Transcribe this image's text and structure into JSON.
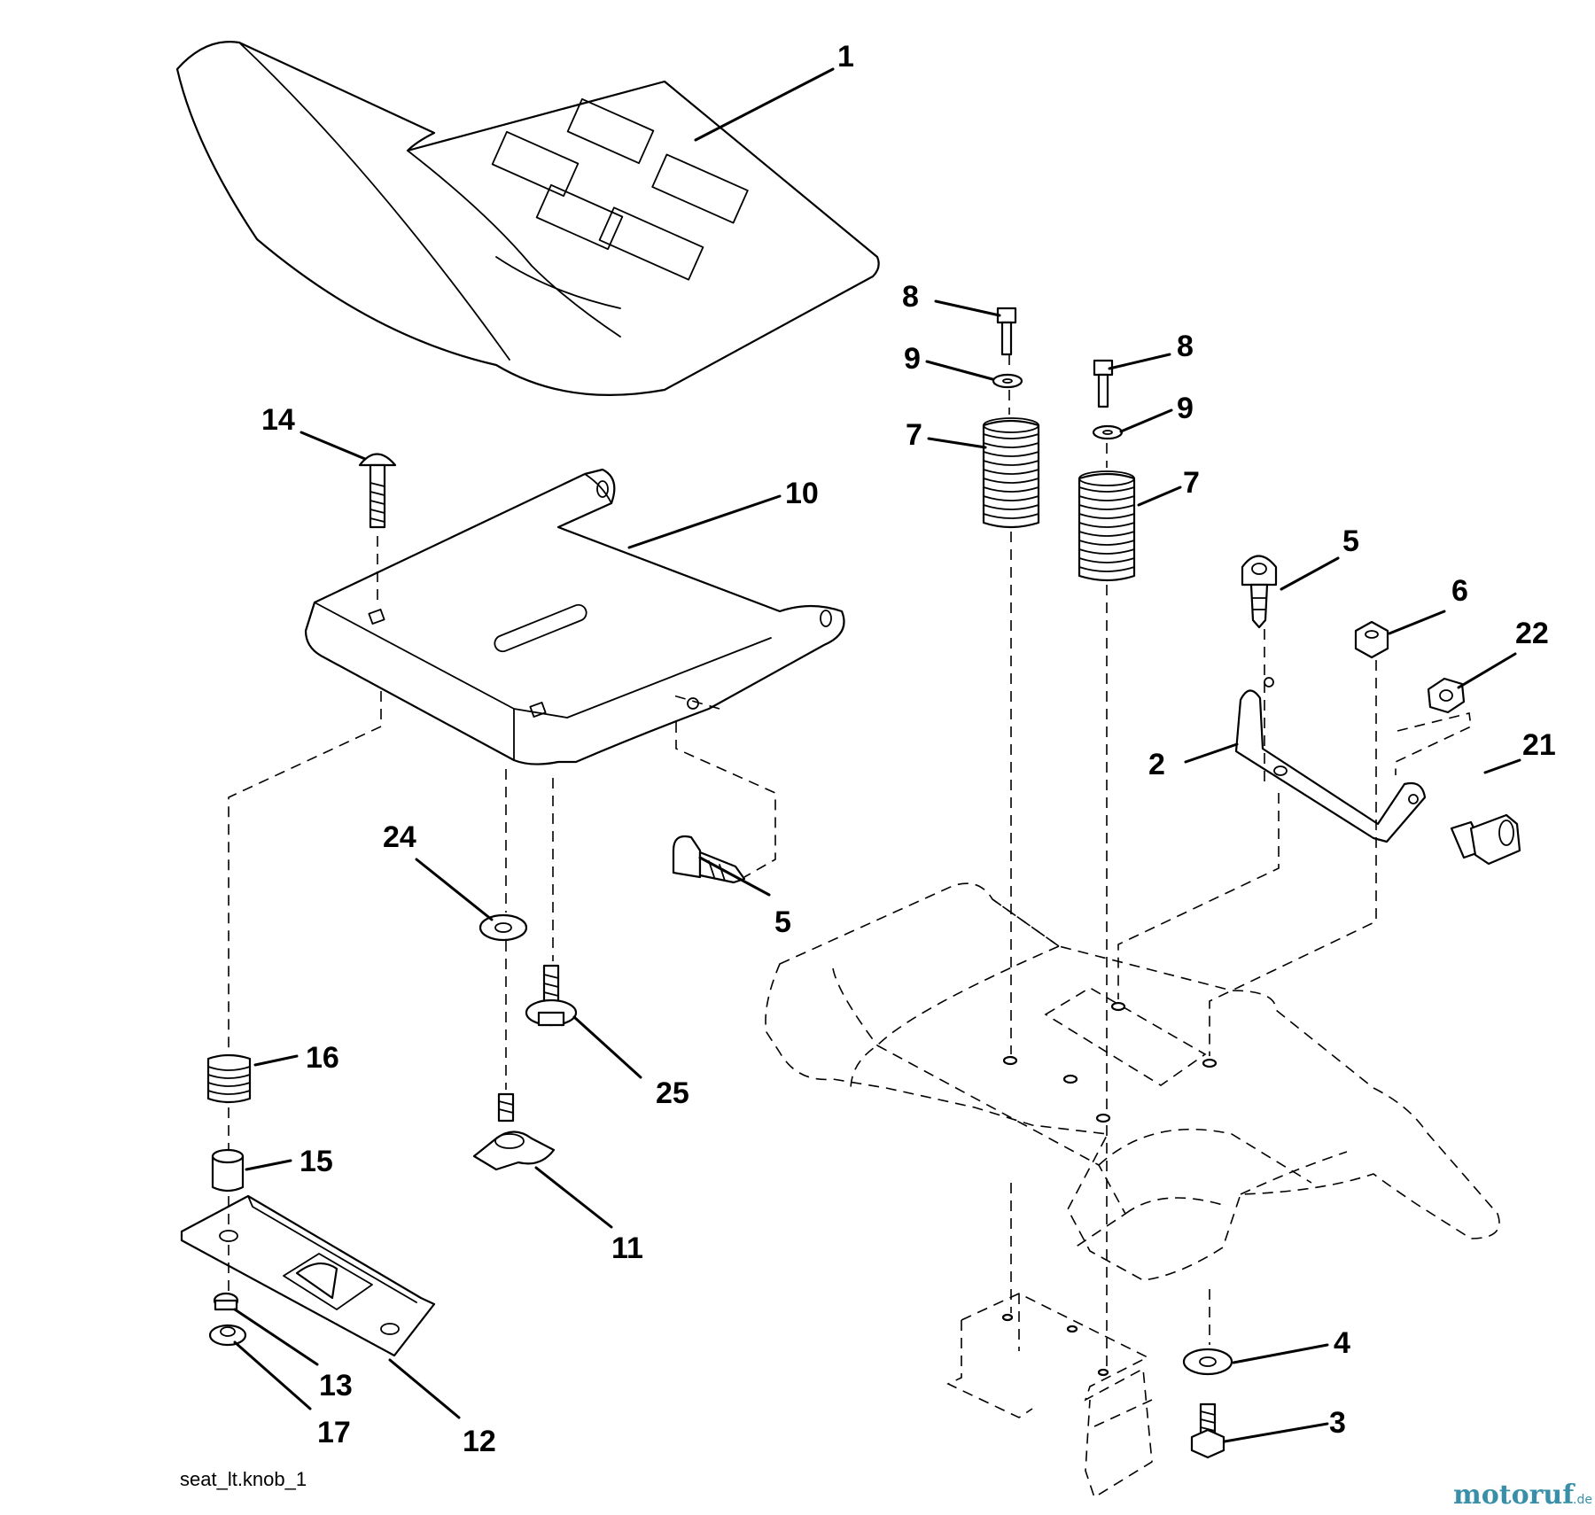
{
  "diagram": {
    "caption": "seat_lt.knob_1",
    "brand": "motoruf",
    "brand_tld": ".de",
    "callouts": {
      "c1": "1",
      "c2": "2",
      "c3": "3",
      "c4": "4",
      "c5a": "5",
      "c5b": "5",
      "c6": "6",
      "c7a": "7",
      "c7b": "7",
      "c8a": "8",
      "c8b": "8",
      "c9a": "9",
      "c9b": "9",
      "c10": "10",
      "c11": "11",
      "c12": "12",
      "c13": "13",
      "c14": "14",
      "c15": "15",
      "c16": "16",
      "c17": "17",
      "c21": "21",
      "c22": "22",
      "c24": "24",
      "c25": "25"
    }
  }
}
